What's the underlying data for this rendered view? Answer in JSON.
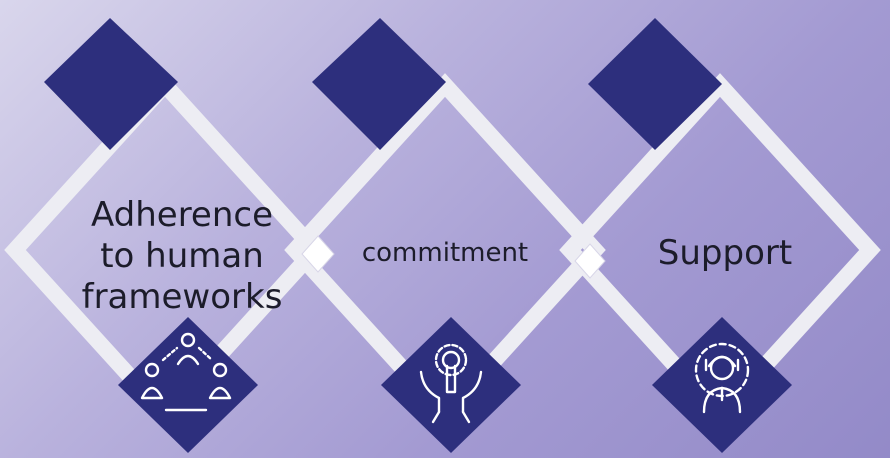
{
  "items": [
    {
      "label": "Adherence\nto human\nframeworks",
      "icon": "team-network-icon"
    },
    {
      "label": "commitment",
      "icon": "gear-wrench-hands-icon"
    },
    {
      "label": "Support",
      "icon": "support-agent-gear-icon"
    }
  ],
  "colors": {
    "navy": "#2d2f7d",
    "frame": "#ededf3",
    "connector": "#ffffff",
    "icon_stroke": "#ffffff"
  }
}
